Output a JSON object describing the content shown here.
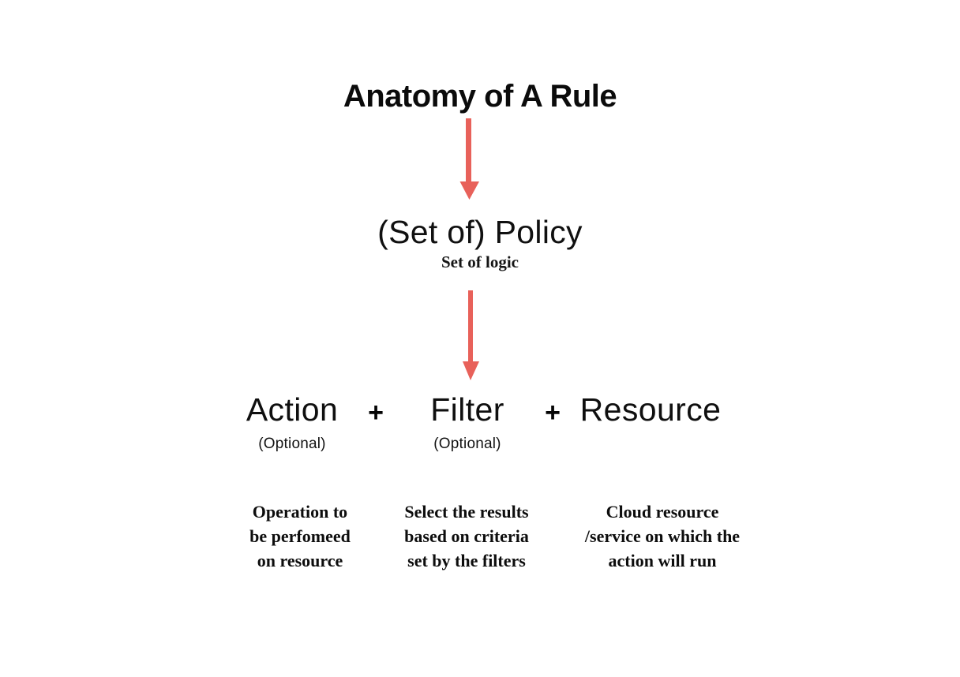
{
  "diagram": {
    "title": "Anatomy of A Rule",
    "background_color": "#ffffff",
    "text_color": "#111111",
    "arrow_color": "#E8615A",
    "policy": {
      "label": "(Set of) Policy",
      "subtitle": "Set of logic"
    },
    "operators": {
      "plus_1": "+",
      "plus_2": "+"
    },
    "components": [
      {
        "name": "Action",
        "optional_label": "(Optional)",
        "is_optional": true,
        "description_lines": [
          "Operation to",
          "be perfomeed",
          "on resource"
        ]
      },
      {
        "name": "Filter",
        "optional_label": "(Optional)",
        "is_optional": true,
        "description_lines": [
          "Select the results",
          "based on criteria",
          "set by the filters"
        ]
      },
      {
        "name": "Resource",
        "optional_label": "",
        "is_optional": false,
        "description_lines": [
          "Cloud resource",
          "/service on which the",
          "action will run"
        ]
      }
    ]
  }
}
